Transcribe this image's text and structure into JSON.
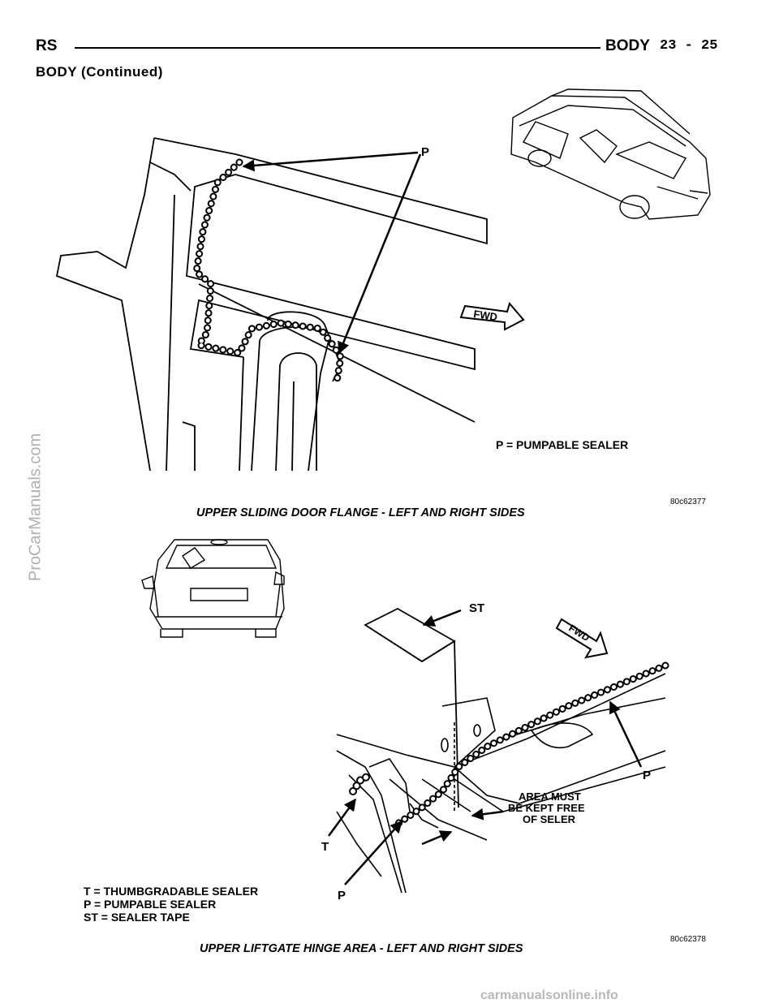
{
  "header": {
    "section_code": "RS",
    "section_name": "BODY",
    "page_number": "23 - 25"
  },
  "continued_heading": "BODY (Continued)",
  "figure1": {
    "callout_p": "P",
    "fwd_label": "FWD",
    "legend": "P = PUMPABLE SEALER",
    "figure_id": "80c62377",
    "caption": "UPPER SLIDING DOOR FLANGE - LEFT AND RIGHT SIDES"
  },
  "figure2": {
    "callout_st": "ST",
    "fwd_label": "FWD",
    "callout_p_right": "P",
    "area_note": [
      "AREA MUST",
      "BE KEPT FREE",
      "OF SELER"
    ],
    "callout_t": "T",
    "callout_p_left": "P",
    "legend": [
      "T = THUMBGRADABLE SEALER",
      "P = PUMPABLE SEALER",
      "ST = SEALER TAPE"
    ],
    "figure_id": "80c62378",
    "caption": "UPPER LIFTGATE HINGE AREA - LEFT AND RIGHT SIDES"
  },
  "watermarks": {
    "side": "ProCarManuals.com",
    "bottom": "carmanualsonline.info"
  }
}
